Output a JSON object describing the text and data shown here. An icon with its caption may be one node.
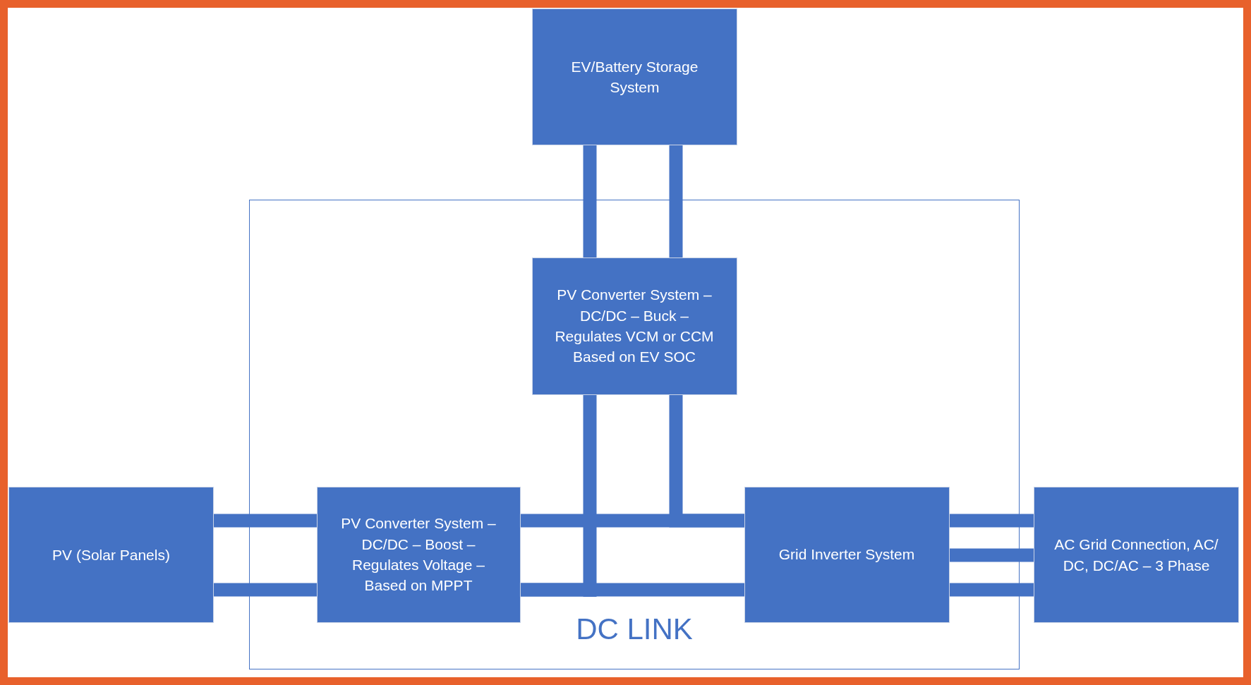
{
  "diagram": {
    "nodes": [
      {
        "text": [
          "EV/Battery Storage System"
        ]
      },
      {
        "text": [
          "DC LINK"
        ]
      },
      {
        "text": [
          "PV Converter System – DC/DC – Buck – Regulates VCM or CCM Based on EV SOC"
        ],
        "in": 1
      },
      {
        "text": [
          "PV (Solar Panels)"
        ]
      },
      {
        "text": [
          "PV Converter System – DC/DC – Boost – Regulates Voltage – Based on MPPT"
        ],
        "in": 1
      },
      {
        "text": [
          "Grid Inverter System"
        ],
        "in": 1
      },
      {
        "text": [
          "AC Grid Connection, AC/ DC, DC/AC – 3 Phase"
        ]
      }
    ],
    "edges": [
      {
        "from": 0,
        "to": 2,
        "arrow": "none"
      },
      {
        "from": 0,
        "to": 2,
        "arrow": "none"
      },
      {
        "from": 3,
        "to": 4,
        "arrow": "none"
      },
      {
        "from": 3,
        "to": 4,
        "arrow": "none"
      },
      {
        "from": 4,
        "to": 5,
        "arrow": "none"
      },
      {
        "from": 4,
        "to": 5,
        "arrow": "none"
      },
      {
        "from": 2,
        "to": 4,
        "arrow": "none"
      },
      {
        "from": 2,
        "to": 5,
        "arrow": "none"
      },
      {
        "from": 5,
        "to": 6,
        "arrow": "none"
      },
      {
        "from": 5,
        "to": 6,
        "arrow": "none"
      },
      {
        "from": 5,
        "to": 6,
        "arrow": "none"
      }
    ]
  }
}
